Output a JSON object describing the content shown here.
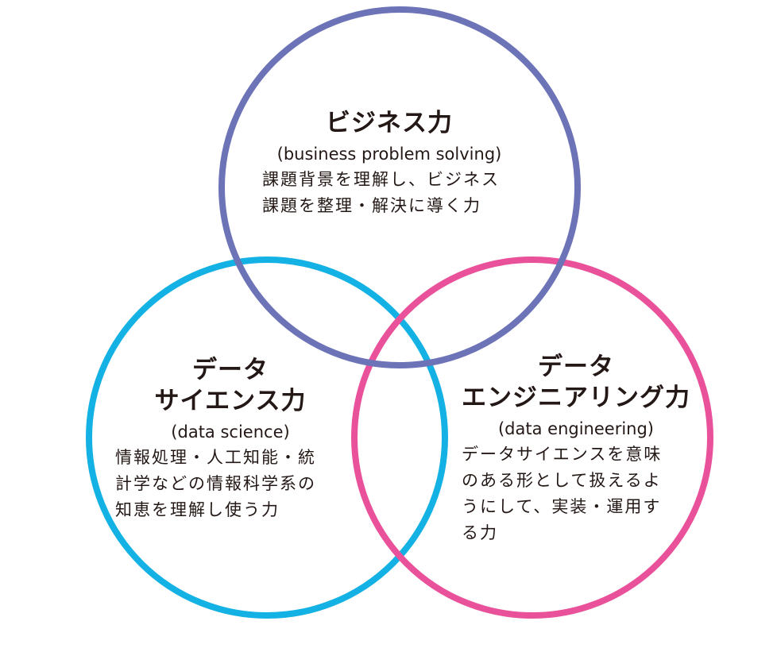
{
  "diagram": {
    "circles": [
      {
        "id": "business",
        "color": "#6c73b7",
        "title_lines": [
          "ビジネス力"
        ],
        "subtitle": "(business problem solving)",
        "desc_lines": [
          "課題背景を理解し、ビジネス",
          "課題を整理・解決に導く力"
        ]
      },
      {
        "id": "science",
        "color": "#13b1e4",
        "title_lines": [
          "データ",
          "サイエンス力"
        ],
        "subtitle": "(data science)",
        "desc_lines": [
          "情報処理・人工知能・統",
          "計学などの情報科学系の",
          "知恵を理解し使う力"
        ]
      },
      {
        "id": "engineering",
        "color": "#e9519a",
        "title_lines": [
          "データ",
          "エンジニアリング力"
        ],
        "subtitle": "(data engineering)",
        "desc_lines": [
          "データサイエンスを意味",
          "のある形として扱えるよ",
          "うにして、実装・運用す",
          "る力"
        ]
      }
    ]
  }
}
